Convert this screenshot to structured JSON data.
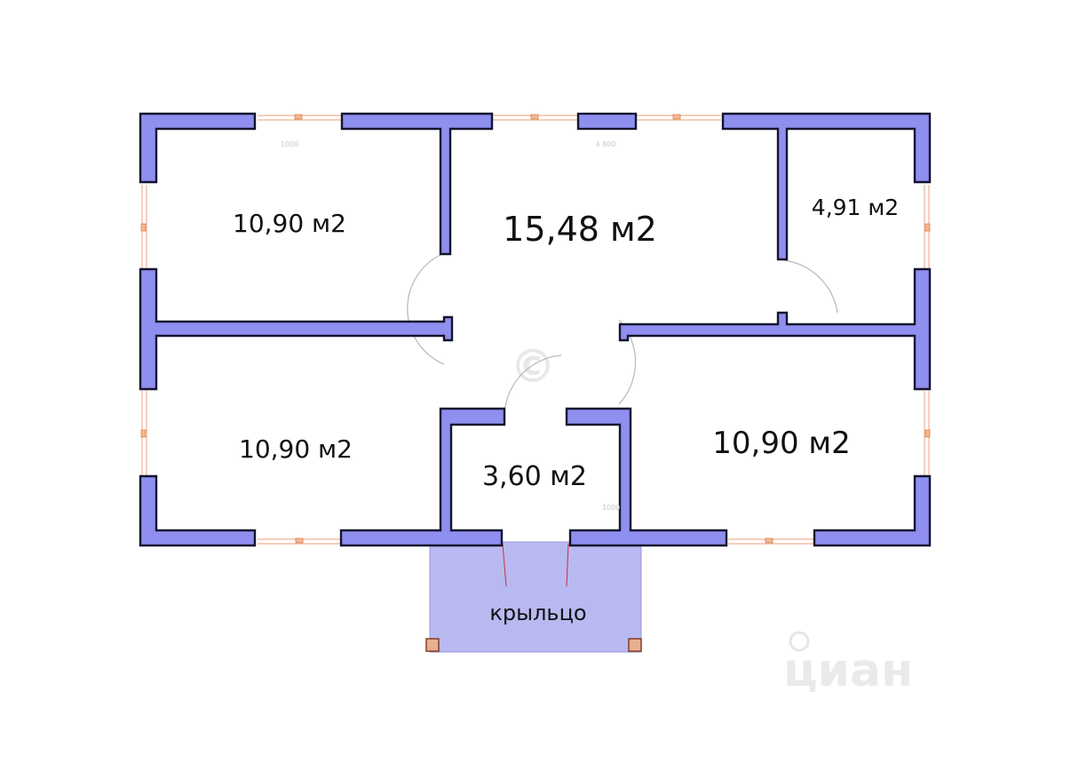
{
  "rooms": [
    {
      "area": "10,90 м2"
    },
    {
      "area": "15,48 м2"
    },
    {
      "area": "4,91 м2"
    },
    {
      "area": "10,90 м2"
    },
    {
      "area": "3,60 м2"
    },
    {
      "area": "10,90 м2"
    }
  ],
  "porch": {
    "label": "крыльцо"
  },
  "dimensions": {
    "top_left": "1000",
    "top_middle": "4 800",
    "entry": "1000"
  },
  "watermark": {
    "brand": "циан"
  },
  "colors": {
    "wall_fill": "#8f8ff0",
    "wall_outline": "#14142e",
    "porch_fill": "#b9b9f1",
    "window_frame": "#f0b090",
    "post": "#e8b090"
  }
}
